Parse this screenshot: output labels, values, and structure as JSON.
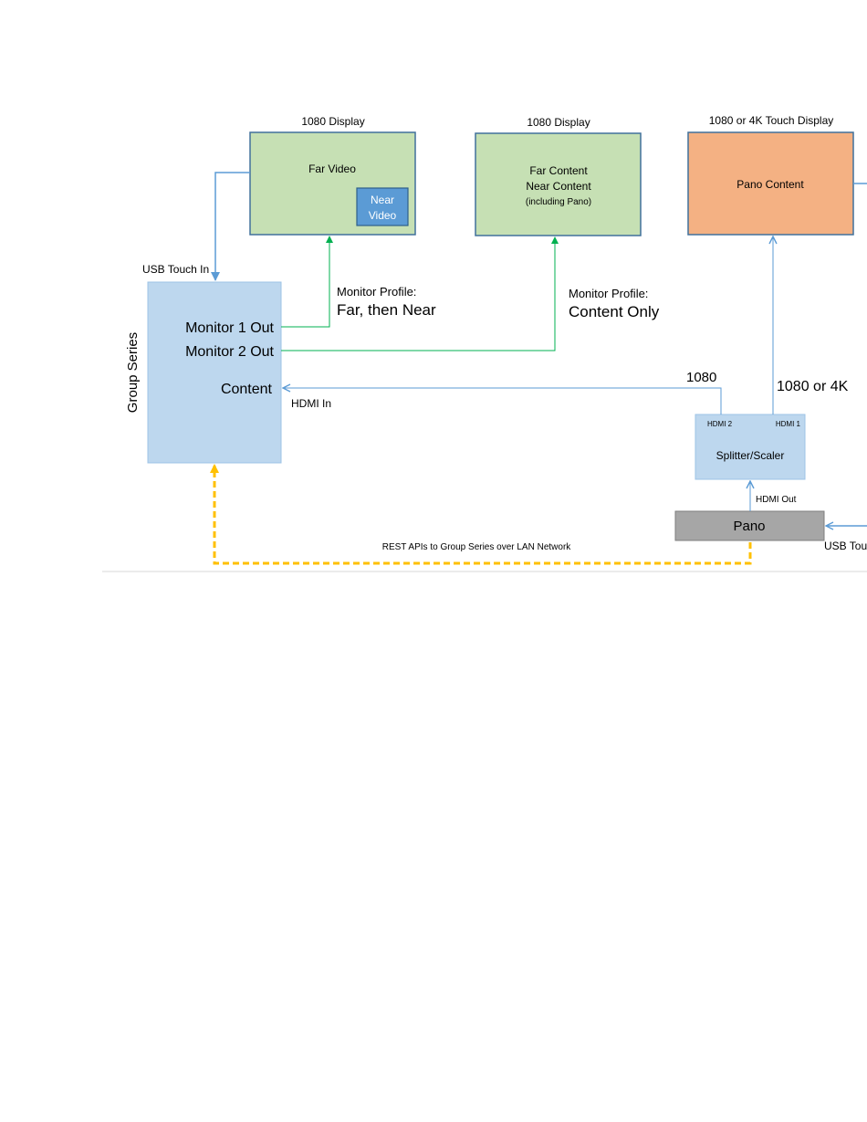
{
  "displays": {
    "display1": {
      "caption": "1080 Display",
      "label": "Far Video",
      "inset_label_1": "Near",
      "inset_label_2": "Video"
    },
    "display2": {
      "caption": "1080 Display",
      "line1": "Far Content",
      "line2": "Near Content",
      "line3": "(including Pano)"
    },
    "display3": {
      "caption": "1080 or 4K Touch Display",
      "label": "Pano Content"
    }
  },
  "group_series": {
    "vertical_label": "Group  Series",
    "monitor1_out": "Monitor 1 Out",
    "monitor2_out": "Monitor 2 Out",
    "content": "Content"
  },
  "splitter": {
    "label": "Splitter/Scaler",
    "hdmi2": "HDMI 2",
    "hdmi1": "HDMI 1"
  },
  "pano": {
    "label": "Pano"
  },
  "connection_labels": {
    "usb_touch_in_left": "USB Touch In",
    "usb_touch_in_right": "USB Tou",
    "monitor_profile_1_title": "Monitor Profile:",
    "monitor_profile_1_value": "Far, then Near",
    "monitor_profile_2_title": "Monitor Profile:",
    "monitor_profile_2_value": "Content Only",
    "hdmi_in": "HDMI In",
    "res_1080": "1080",
    "res_1080_or_4k": "1080 or 4K",
    "hdmi_out": "HDMI Out",
    "rest_apis": "REST APIs to Group Series over LAN Network"
  },
  "colors": {
    "green_box": "#c6e0b4",
    "green_border": "#41719c",
    "blue_box": "#bdd7ee",
    "inset_blue": "#5b9bd5",
    "orange_box": "#f4b183",
    "gray_box": "#a6a6a6",
    "blue_line": "#5b9bd5",
    "green_line": "#00b050",
    "dashed_yellow": "#ffc000"
  }
}
